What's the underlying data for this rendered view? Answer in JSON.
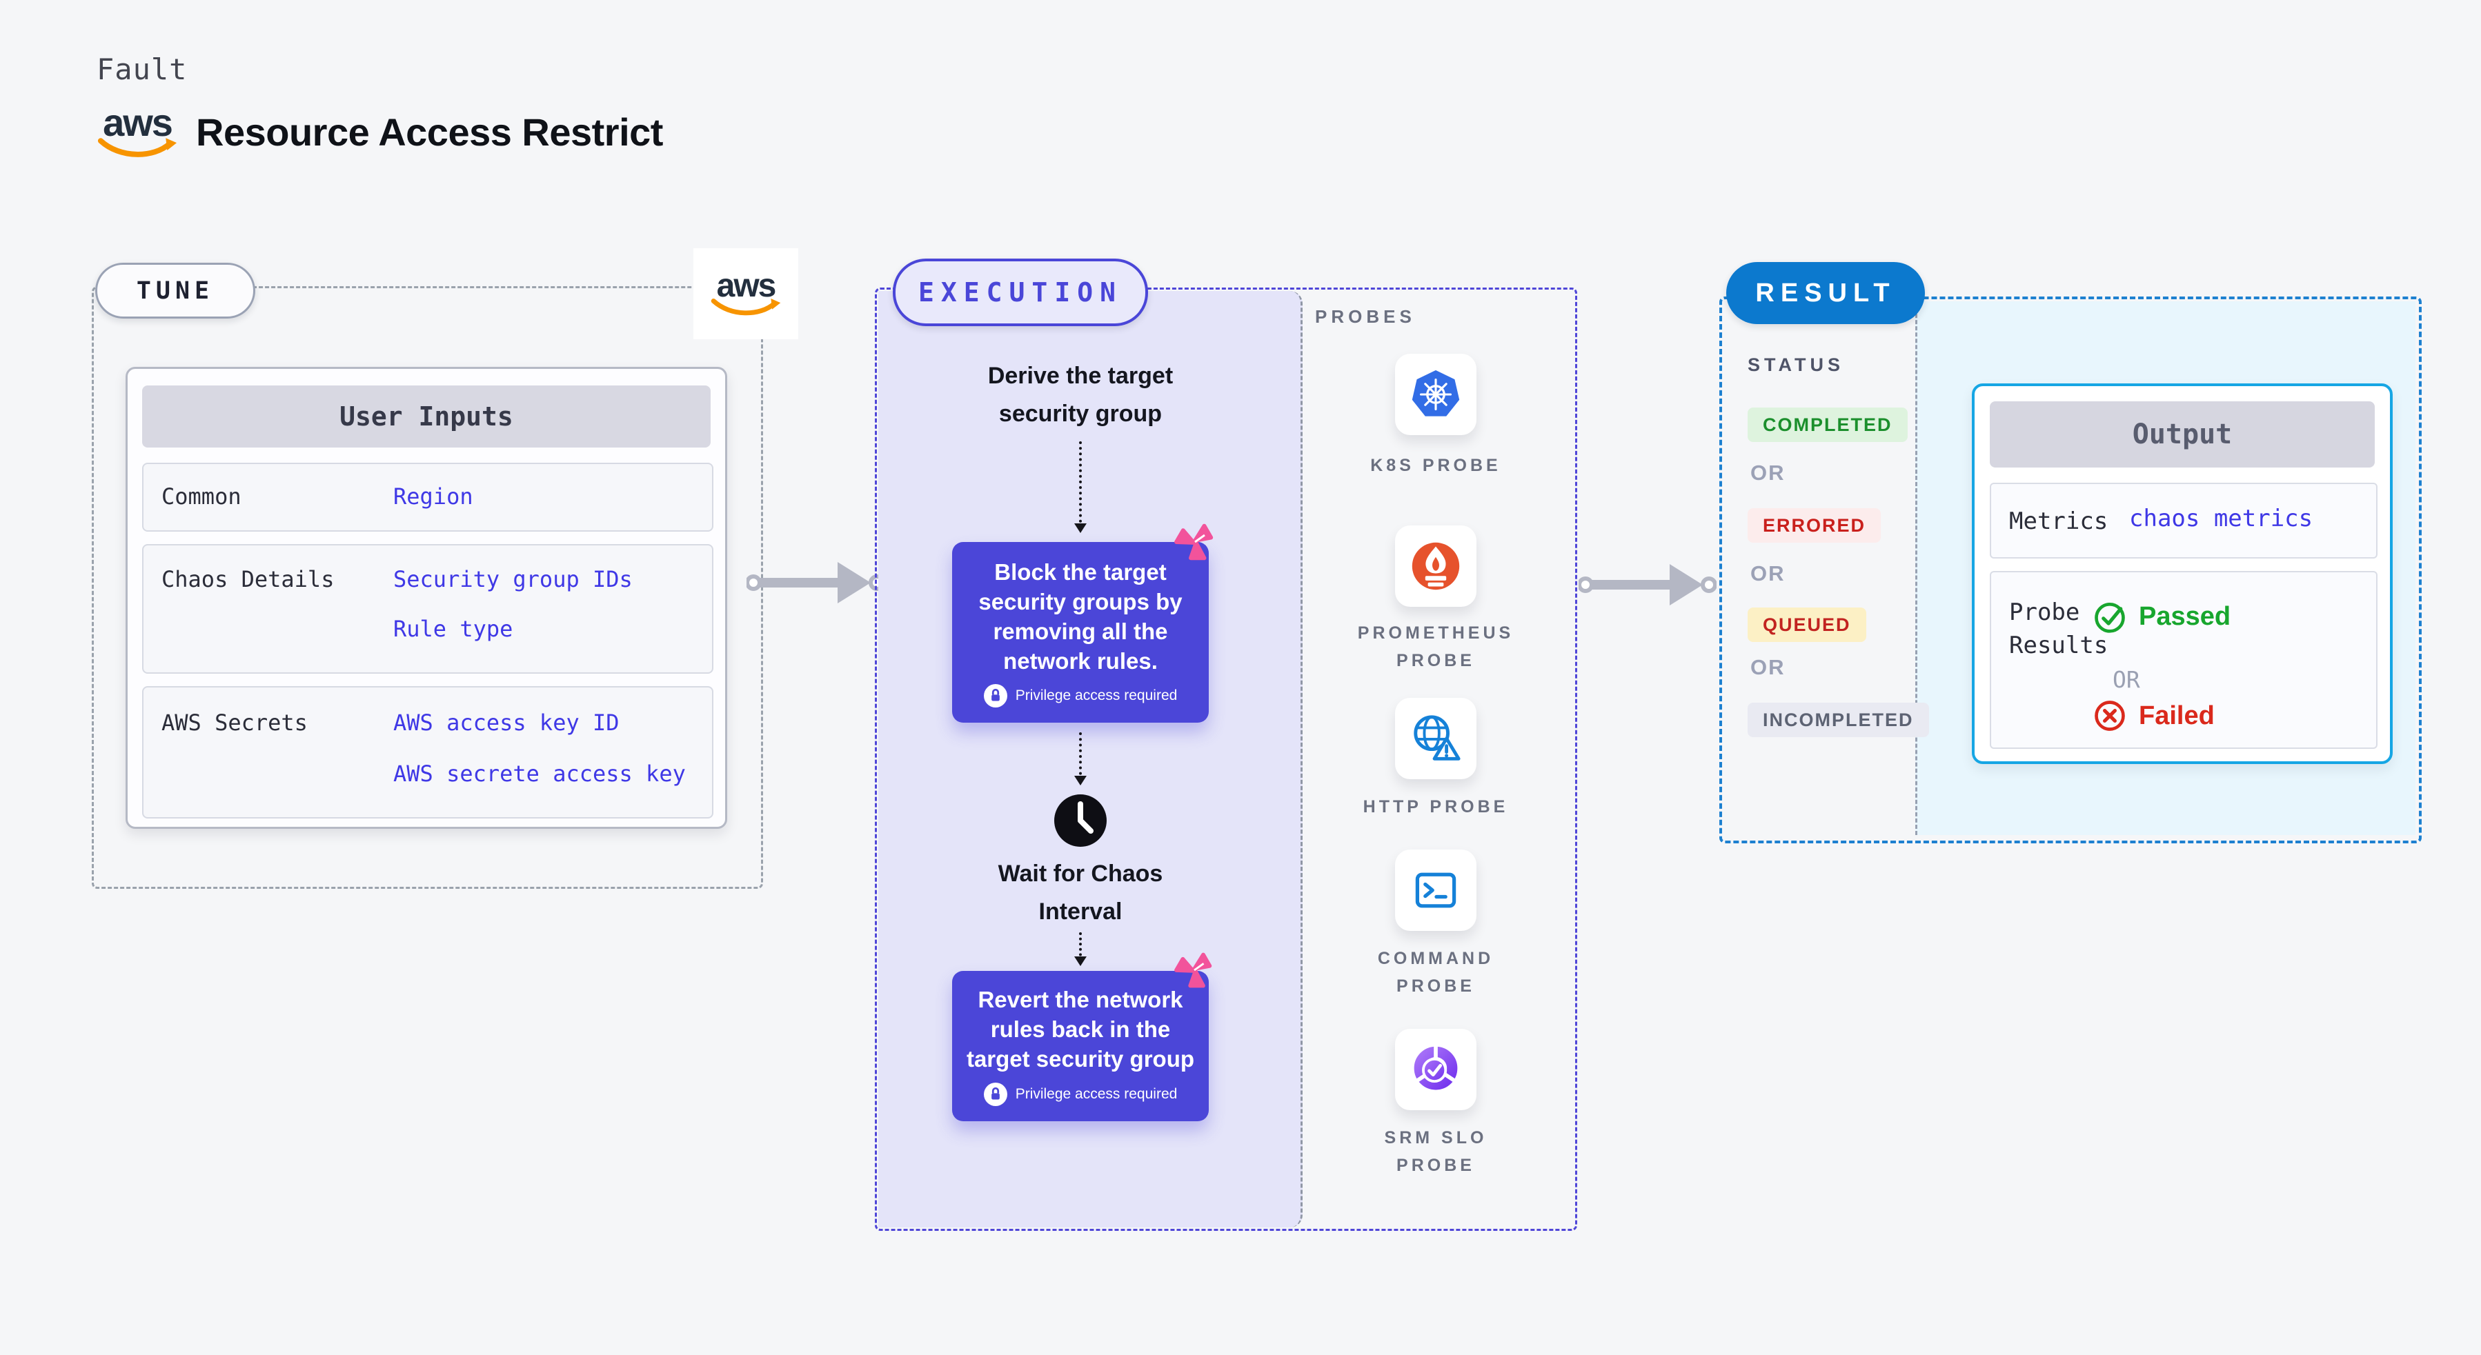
{
  "header": {
    "fault_label": "Fault",
    "title": "Resource Access Restrict"
  },
  "aws_logo": {
    "text": "aws"
  },
  "tune": {
    "badge": "TUNE",
    "table": {
      "header": "User Inputs",
      "rows": [
        {
          "label": "Common",
          "values": [
            "Region"
          ]
        },
        {
          "label": "Chaos Details",
          "values": [
            "Security group IDs",
            "Rule type"
          ]
        },
        {
          "label": "AWS Secrets",
          "values": [
            "AWS access key ID",
            "AWS secrete access key"
          ]
        }
      ]
    }
  },
  "execution": {
    "badge": "EXECUTION",
    "derive_lines": [
      "Derive the target",
      "security group"
    ],
    "block": {
      "lines": [
        "Block the target",
        "security groups by",
        "removing all the",
        "network rules."
      ],
      "privilege": "Privilege access required"
    },
    "wait_lines": [
      "Wait for Chaos",
      "Interval"
    ],
    "revert": {
      "lines": [
        "Revert the network",
        "rules back in the",
        "target security group"
      ],
      "privilege": "Privilege access required"
    }
  },
  "probes": {
    "label": "PROBES",
    "items": [
      {
        "lines": [
          "K8S PROBE",
          ""
        ]
      },
      {
        "lines": [
          "PROMETHEUS",
          "PROBE"
        ]
      },
      {
        "lines": [
          "HTTP PROBE",
          ""
        ]
      },
      {
        "lines": [
          "COMMAND",
          "PROBE"
        ]
      },
      {
        "lines": [
          "SRM SLO",
          "PROBE"
        ]
      }
    ]
  },
  "result": {
    "badge": "RESULT",
    "status_label": "STATUS",
    "or_label": "OR",
    "statuses": [
      {
        "label": "COMPLETED",
        "bg": "#def3de",
        "color": "#1b8f2c"
      },
      {
        "label": "ERRORED",
        "bg": "#fcecec",
        "color": "#c9201c"
      },
      {
        "label": "QUEUED",
        "bg": "#fcf0c5",
        "color": "#c22320"
      },
      {
        "label": "INCOMPLETED",
        "bg": "#e9eaf2",
        "color": "#5d6373"
      }
    ],
    "output": {
      "header": "Output",
      "metrics_label": "Metrics",
      "metrics_value": "chaos metrics",
      "probe_results_lines": [
        "Probe",
        "Results"
      ],
      "passed": "Passed",
      "failed": "Failed"
    }
  },
  "colors": {
    "page_bg": "#f5f6f8",
    "indigo": "#4b46d8",
    "lavender": "#e4e4f9",
    "result_blue": "#0c79ce",
    "cyan_bg": "#e8f6fd",
    "output_border": "#16a6e4",
    "arrow_gray": "#b4b7c4",
    "pink": "#f2539b",
    "k8s_blue": "#326de6",
    "prometheus_orange": "#e6522c",
    "http_blue": "#1581d8",
    "srm_purple_1": "#a873f8",
    "srm_purple_2": "#7434ee",
    "green": "#18a62e",
    "red": "#da291c"
  }
}
